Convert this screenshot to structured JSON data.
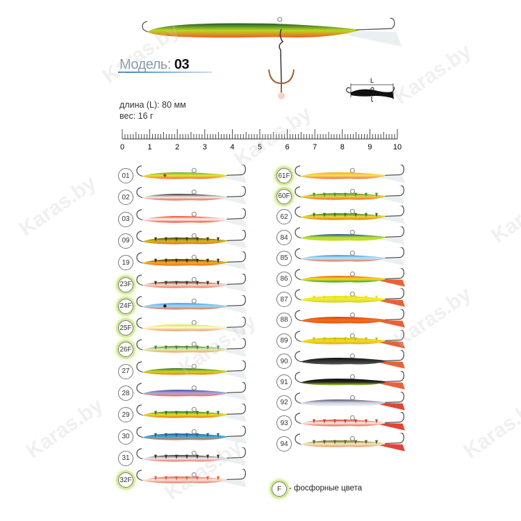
{
  "watermark": "Karas.by",
  "header": {
    "model_label": "Модель:",
    "model_number": "03",
    "length": "длина (L): 80 мм",
    "weight": "вес: 16 г",
    "diagram_label": "L"
  },
  "ruler": {
    "min": 0,
    "max": 10,
    "labels": [
      "0",
      "1",
      "2",
      "3",
      "4",
      "5",
      "6",
      "7",
      "8",
      "9",
      "10"
    ]
  },
  "main_lure": {
    "top": "#1d5a2a",
    "mid": "#b8d820",
    "belly": "#f05a20"
  },
  "left_column": [
    {
      "code": "01",
      "phosphor": false,
      "top": "#5cb82a",
      "mid": "#f2e030",
      "belly": "#f06a2a",
      "stripes": false,
      "eye": "#e03010"
    },
    {
      "code": "02",
      "phosphor": false,
      "top": "#333333",
      "mid": "#f4f0ec",
      "belly": "#f06040",
      "stripes": false
    },
    {
      "code": "03",
      "phosphor": false,
      "top": "#f04020",
      "mid": "#ffffff",
      "belly": "#f04020",
      "stripes": false
    },
    {
      "code": "09",
      "phosphor": false,
      "top": "#3a4010",
      "mid": "#d8b820",
      "belly": "#e87020",
      "stripes": true
    },
    {
      "code": "19",
      "phosphor": false,
      "top": "#3a2a10",
      "mid": "#f0b020",
      "belly": "#f07020",
      "stripes": true
    },
    {
      "code": "23F",
      "phosphor": true,
      "top": "#4a2a20",
      "mid": "#f8e0d0",
      "belly": "#f07050",
      "stripes": true
    },
    {
      "code": "24F",
      "phosphor": true,
      "top": "#40a8e0",
      "mid": "#9fd8f0",
      "belly": "#f07050",
      "stripes": false,
      "eye": "#111111"
    },
    {
      "code": "25F",
      "phosphor": true,
      "top": "#d8e840",
      "mid": "#fbfbd0",
      "belly": "#f09060",
      "stripes": false
    },
    {
      "code": "26F",
      "phosphor": true,
      "top": "#3a8a30",
      "mid": "#e8f0b0",
      "belly": "#f0a060",
      "stripes": true
    },
    {
      "code": "27",
      "phosphor": false,
      "top": "#2a7030",
      "mid": "#c8d820",
      "belly": "#f08020",
      "stripes": false
    },
    {
      "code": "28",
      "phosphor": false,
      "top": "#4050a0",
      "mid": "#b0a8d0",
      "belly": "#f07060",
      "stripes": false
    },
    {
      "code": "29",
      "phosphor": false,
      "top": "#2a7a30",
      "mid": "#e8e020",
      "belly": "#f07020",
      "stripes": true
    },
    {
      "code": "30",
      "phosphor": false,
      "top": "#2a5aa0",
      "mid": "#40b0d0",
      "belly": "#f07040",
      "stripes": true
    },
    {
      "code": "31",
      "phosphor": false,
      "top": "#333333",
      "mid": "#f0f0f0",
      "belly": "#f07060",
      "stripes": true
    },
    {
      "code": "32F",
      "phosphor": true,
      "top": "#e85a40",
      "mid": "#fbe8e0",
      "belly": "#f07060",
      "stripes": true
    }
  ],
  "right_column": [
    {
      "code": "61F",
      "phosphor": true,
      "top": "#f0b020",
      "mid": "#f8e060",
      "belly": "#f06a30",
      "stripes": false
    },
    {
      "code": "60F",
      "phosphor": true,
      "top": "#3a9a30",
      "mid": "#f0d040",
      "belly": "#f06a30",
      "stripes": true
    },
    {
      "code": "62",
      "phosphor": false,
      "top": "#2a7a20",
      "mid": "#f0d830",
      "belly": "#f07020",
      "stripes": true
    },
    {
      "code": "84",
      "phosphor": false,
      "top": "#1a4a90",
      "mid": "#b8e030",
      "belly": "#c8e020",
      "stripes": false
    },
    {
      "code": "85",
      "phosphor": false,
      "top": "#30a0e0",
      "mid": "#c0e8f8",
      "belly": "#f07050",
      "stripes": false
    },
    {
      "code": "86",
      "phosphor": false,
      "top": "#f06020",
      "mid": "#f0e020",
      "belly": "#30a030",
      "stripes": false,
      "fin": "#e85020"
    },
    {
      "code": "87",
      "phosphor": false,
      "top": "#e8e020",
      "mid": "#f0f030",
      "belly": "#d0d020",
      "stripes": true,
      "fin": "#e85020"
    },
    {
      "code": "88",
      "phosphor": false,
      "top": "#e04010",
      "mid": "#f07020",
      "belly": "#f05010",
      "stripes": false,
      "fin": "#e85020"
    },
    {
      "code": "89",
      "phosphor": false,
      "top": "#d0c010",
      "mid": "#f0e020",
      "belly": "#f0a020",
      "stripes": true,
      "fin": "#e85020"
    },
    {
      "code": "90",
      "phosphor": false,
      "top": "#111111",
      "mid": "#333333",
      "belly": "#555555",
      "stripes": false,
      "fin": "#e85020"
    },
    {
      "code": "91",
      "phosphor": false,
      "top": "#111111",
      "mid": "#222222",
      "belly": "#a0d020",
      "stripes": false,
      "fin": "#e85020"
    },
    {
      "code": "92",
      "phosphor": false,
      "top": "#555566",
      "mid": "#d0d0e0",
      "belly": "#f0f0f0",
      "stripes": false,
      "fin": "#e03020"
    },
    {
      "code": "93",
      "phosphor": false,
      "top": "#d04030",
      "mid": "#f8f0e8",
      "belly": "#f06050",
      "stripes": true,
      "fin": "#e03020"
    },
    {
      "code": "94",
      "phosphor": false,
      "top": "#606020",
      "mid": "#f0f0c0",
      "belly": "#f09060",
      "stripes": true,
      "fin": "#e03020"
    }
  ],
  "legend": {
    "badge": "F",
    "text": "- фосфорные цвета"
  }
}
